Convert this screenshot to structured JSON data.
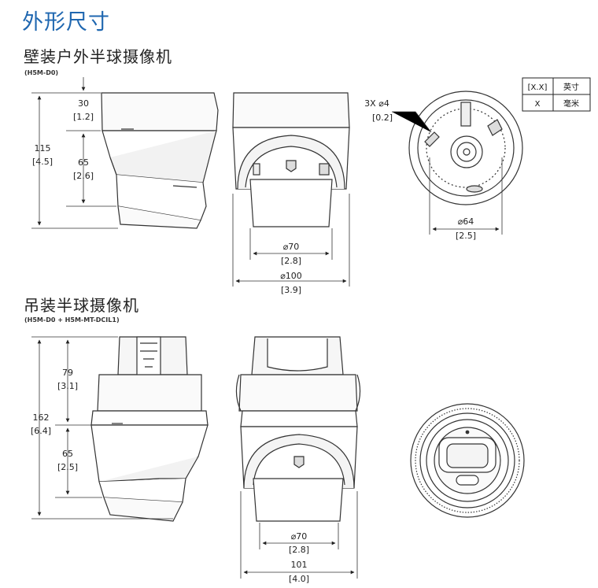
{
  "page_title": "外形尺寸",
  "legend": {
    "header_left": "[X.X]",
    "header_right": "英寸",
    "row_left": "X",
    "row_right": "毫米"
  },
  "wall": {
    "title": "壁装户外半球摄像机",
    "model": "(H5M-D0)",
    "dims": {
      "top_mm": "30",
      "top_in": "[1.2]",
      "total_mm": "115",
      "total_in": "[4.5]",
      "lower_mm": "65",
      "lower_in": "[2.6]",
      "lens_mm": "⌀70",
      "lens_in": "[2.8]",
      "width_mm": "⌀100",
      "width_in": "[3.9]",
      "holes_mm": "3X  ⌀4",
      "holes_in": "[0.2]",
      "bolt_mm": "⌀64",
      "bolt_in": "[2.5]"
    }
  },
  "pendant": {
    "title": "吊装半球摄像机",
    "model": "(H5M-D0 + H5M-MT-DCIL1)",
    "dims": {
      "upper_mm": "79",
      "upper_in": "[3.1]",
      "total_mm": "162",
      "total_in": "[6.4]",
      "lower_mm": "65",
      "lower_in": "[2.5]",
      "lens_mm": "⌀70",
      "lens_in": "[2.8]",
      "width_mm": "101",
      "width_in": "[4.0]"
    }
  }
}
